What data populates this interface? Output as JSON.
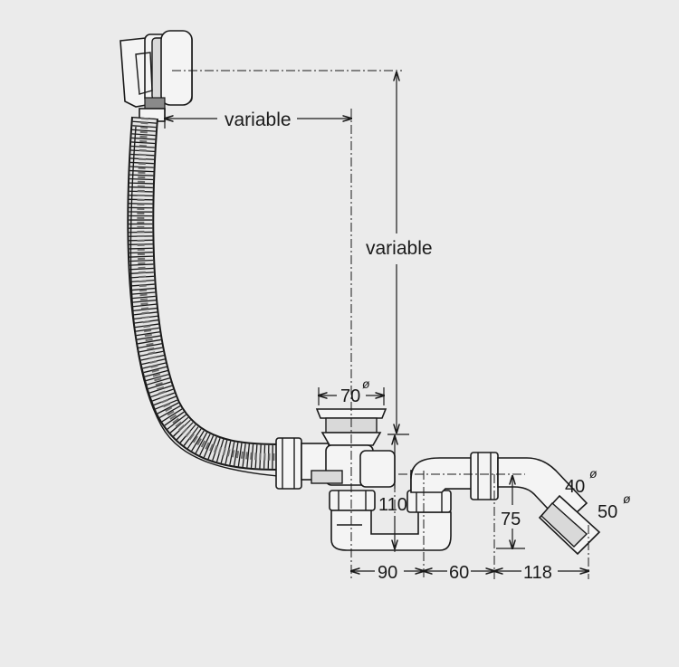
{
  "dimensions": {
    "hose_horizontal": "variable",
    "overflow_height": "variable",
    "drain_diameter": "70",
    "drain_diameter_symbol": "ø",
    "trap_height": "110",
    "outlet_height": "75",
    "outlet_inner_diameter": "40",
    "outlet_inner_symbol": "ø",
    "outlet_outer_diameter": "50",
    "outlet_outer_symbol": "ø",
    "spacing_1": "90",
    "spacing_2": "60",
    "spacing_3": "118"
  }
}
